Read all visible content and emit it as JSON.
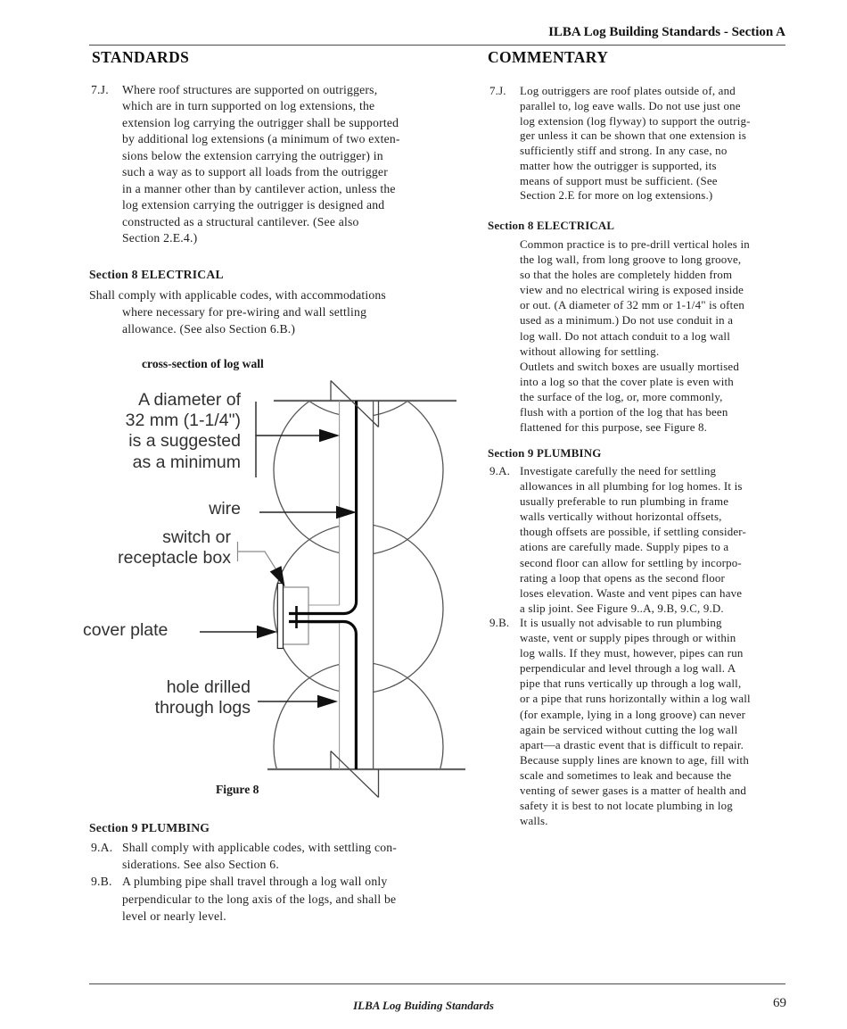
{
  "header": {
    "title": "ILBA Log Building Standards - Section A"
  },
  "footer": {
    "text": "ILBA Log Buiding Standards",
    "page_number": "69"
  },
  "standards": {
    "heading": "STANDARDS",
    "blocks": [
      {
        "marker": "7.J.",
        "lines": [
          "Where roof structures are supported on outriggers,",
          "which are in turn supported on log extensions, the",
          "extension log carrying the outrigger shall be supported",
          "by additional log extensions (a minimum of two exten-",
          "sions below the extension carrying the outrigger) in",
          "such a way as to support all loads from the outrigger",
          "in a manner other than by cantilever action, unless the",
          "log extension carrying the outrigger is designed and",
          "constructed as a structural cantilever. (See also",
          "Section 2.E.4.)"
        ]
      },
      {
        "heading": "Section 8 ELECTRICAL"
      },
      {
        "lines": [
          "Shall comply with applicable codes, with accommodations",
          "where necessary for pre-wiring and wall settling",
          "allowance. (See also Section 6.B.)"
        ]
      },
      {
        "heading": "Section 9 PLUMBING"
      },
      {
        "marker": "9.A.",
        "lines": [
          "Shall comply with applicable codes, with settling con-",
          "siderations. See also Section 6."
        ]
      },
      {
        "marker": "9.B.",
        "lines": [
          "A plumbing pipe shall travel through a log wall only",
          "perpendicular to the long axis of the logs, and shall be",
          "level or nearly level."
        ]
      }
    ]
  },
  "commentary": {
    "heading": "COMMENTARY",
    "blocks": [
      {
        "marker": "7.J.",
        "lines": [
          "Log outriggers are roof plates outside of, and",
          "parallel to, log eave walls. Do not use just one",
          "log extension (log flyway) to support the outrig-",
          "ger unless it can be shown that one extension is",
          "sufficiently stiff and strong. In any case, no",
          "matter how the outrigger is supported, its",
          "means of support must be sufficient. (See",
          "Section 2.E for more on log extensions.)"
        ]
      },
      {
        "heading": "Section 8 ELECTRICAL"
      },
      {
        "lines": [
          "Common practice is to pre-drill vertical holes in",
          "the log wall, from long groove to long groove,",
          "so that the holes are completely hidden from",
          "view and no electrical wiring is exposed inside",
          "or out. (A diameter of 32 mm or 1-1/4\" is often",
          "used as a minimum.) Do not use conduit in a",
          "log wall. Do not attach conduit to a log wall",
          "without allowing for settling.",
          "Outlets and switch boxes are usually mortised",
          "into a log so that the cover plate is even with",
          "the surface of the log, or, more commonly,",
          "flush with a portion of the log that has been",
          "flattened for this purpose, see Figure 8."
        ]
      },
      {
        "heading": "Section 9 PLUMBING"
      },
      {
        "marker": "9.A.",
        "lines": [
          "Investigate carefully the need for settling",
          "allowances in all plumbing for log homes. It is",
          "usually preferable to run plumbing in frame",
          "walls vertically without horizontal offsets,",
          "though offsets are possible, if settling consider-",
          "ations are carefully made. Supply pipes to a",
          "second floor can allow for settling by incorpo-",
          "rating a loop that opens as the second floor",
          "loses elevation. Waste and vent pipes can have",
          "a slip joint. See Figure 9..A, 9.B, 9.C, 9.D."
        ]
      },
      {
        "marker": "9.B.",
        "lines": [
          "It is usually not advisable to run plumbing",
          "waste, vent or supply pipes through or within",
          "log walls. If they must, however, pipes can run",
          "perpendicular and level through a log wall. A",
          "pipe that runs vertically up through a log wall,",
          "or a pipe that runs horizontally within a log wall",
          "(for example, lying in a long groove) can never",
          "again be serviced without cutting the log wall",
          "apart—a drastic event that is difficult to repair.",
          "Because supply lines are known to age, fill with",
          "scale and sometimes to leak and because the",
          "venting of sewer gases is a matter of health and",
          "safety it is best to not locate plumbing in log",
          "walls."
        ]
      }
    ]
  },
  "figure": {
    "title": "cross-section of log wall",
    "caption": "Figure 8",
    "labels": {
      "diameter": [
        "A diameter of",
        "32 mm (1-1/4\")",
        "is a suggested",
        "as a minimum"
      ],
      "wire": "wire",
      "switch_box": [
        "switch or",
        "receptacle box"
      ],
      "cover_plate": "cover plate",
      "hole": [
        "hole drilled",
        "through logs"
      ]
    }
  }
}
